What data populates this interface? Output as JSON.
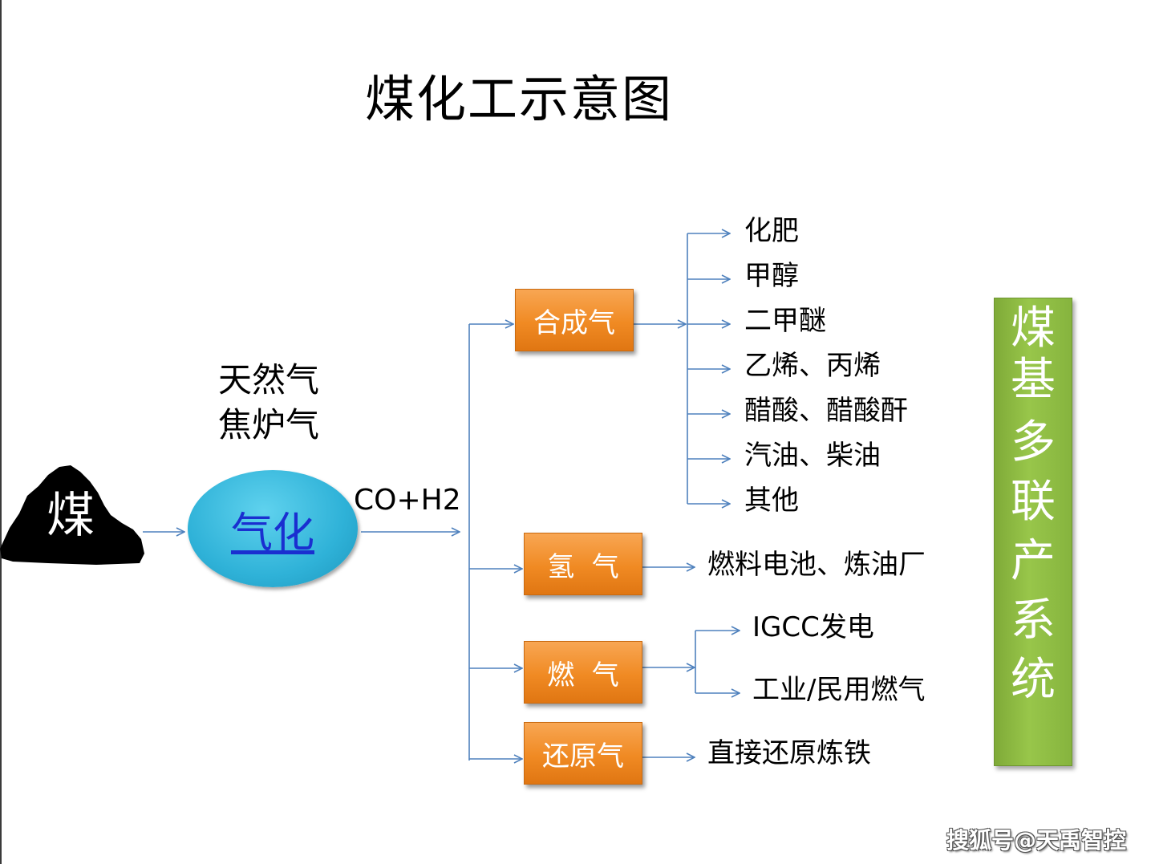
{
  "title": "煤化工示意图",
  "coal_label": "煤",
  "input_gases": [
    "天然气",
    "焦炉气"
  ],
  "gasification_label": "气化",
  "syngas_label": "CO+H2",
  "boxes": {
    "syngas": "合成气",
    "hydrogen": "氢  气",
    "fuel_gas": "燃  气",
    "reducing_gas": "还原气"
  },
  "syngas_products": [
    "化肥",
    "甲醇",
    "二甲醚",
    "乙烯、丙烯",
    "醋酸、醋酸酐",
    "汽油、柴油",
    "其他"
  ],
  "hydrogen_product": "燃料电池、炼油厂",
  "fuel_gas_products": [
    "IGCC发电",
    "工业/民用燃气"
  ],
  "reducing_gas_product": "直接还原炼铁",
  "side_bar_chars": [
    "煤",
    "基",
    "多",
    "联",
    "产",
    "系",
    "统"
  ],
  "watermark": "搜狐号@天禹智控",
  "colors": {
    "arrow": "#4f81bd",
    "orange_box": "#f08a23",
    "green_bar": "#8fbc45",
    "ellipse": "#2fb2d8",
    "link_text": "#1a2fd0"
  }
}
